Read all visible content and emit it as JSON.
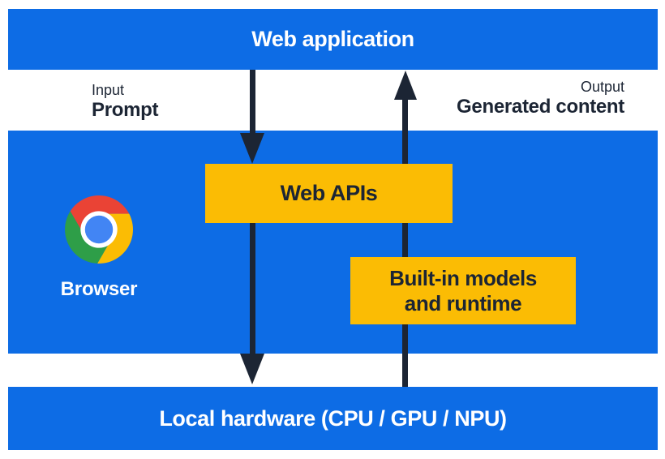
{
  "colors": {
    "blue": "#0d6ce5",
    "yellow": "#fbbc04",
    "navy": "#1c2534",
    "logo_red": "#ea4335",
    "logo_yellow": "#fbbc04",
    "logo_green": "#2e9e48",
    "logo_blue": "#4285f4",
    "logo_ring": "#ffffff"
  },
  "top_bar": {
    "label": "Web application"
  },
  "io": {
    "input_caption": "Input",
    "input_label": "Prompt",
    "output_caption": "Output",
    "output_label": "Generated content"
  },
  "browser": {
    "label": "Browser"
  },
  "boxes": {
    "web_apis_label": "Web APIs",
    "builtin_line1": "Built-in models",
    "builtin_line2": "and runtime"
  },
  "bottom_bar": {
    "label": "Local hardware (CPU / GPU / NPU)"
  }
}
